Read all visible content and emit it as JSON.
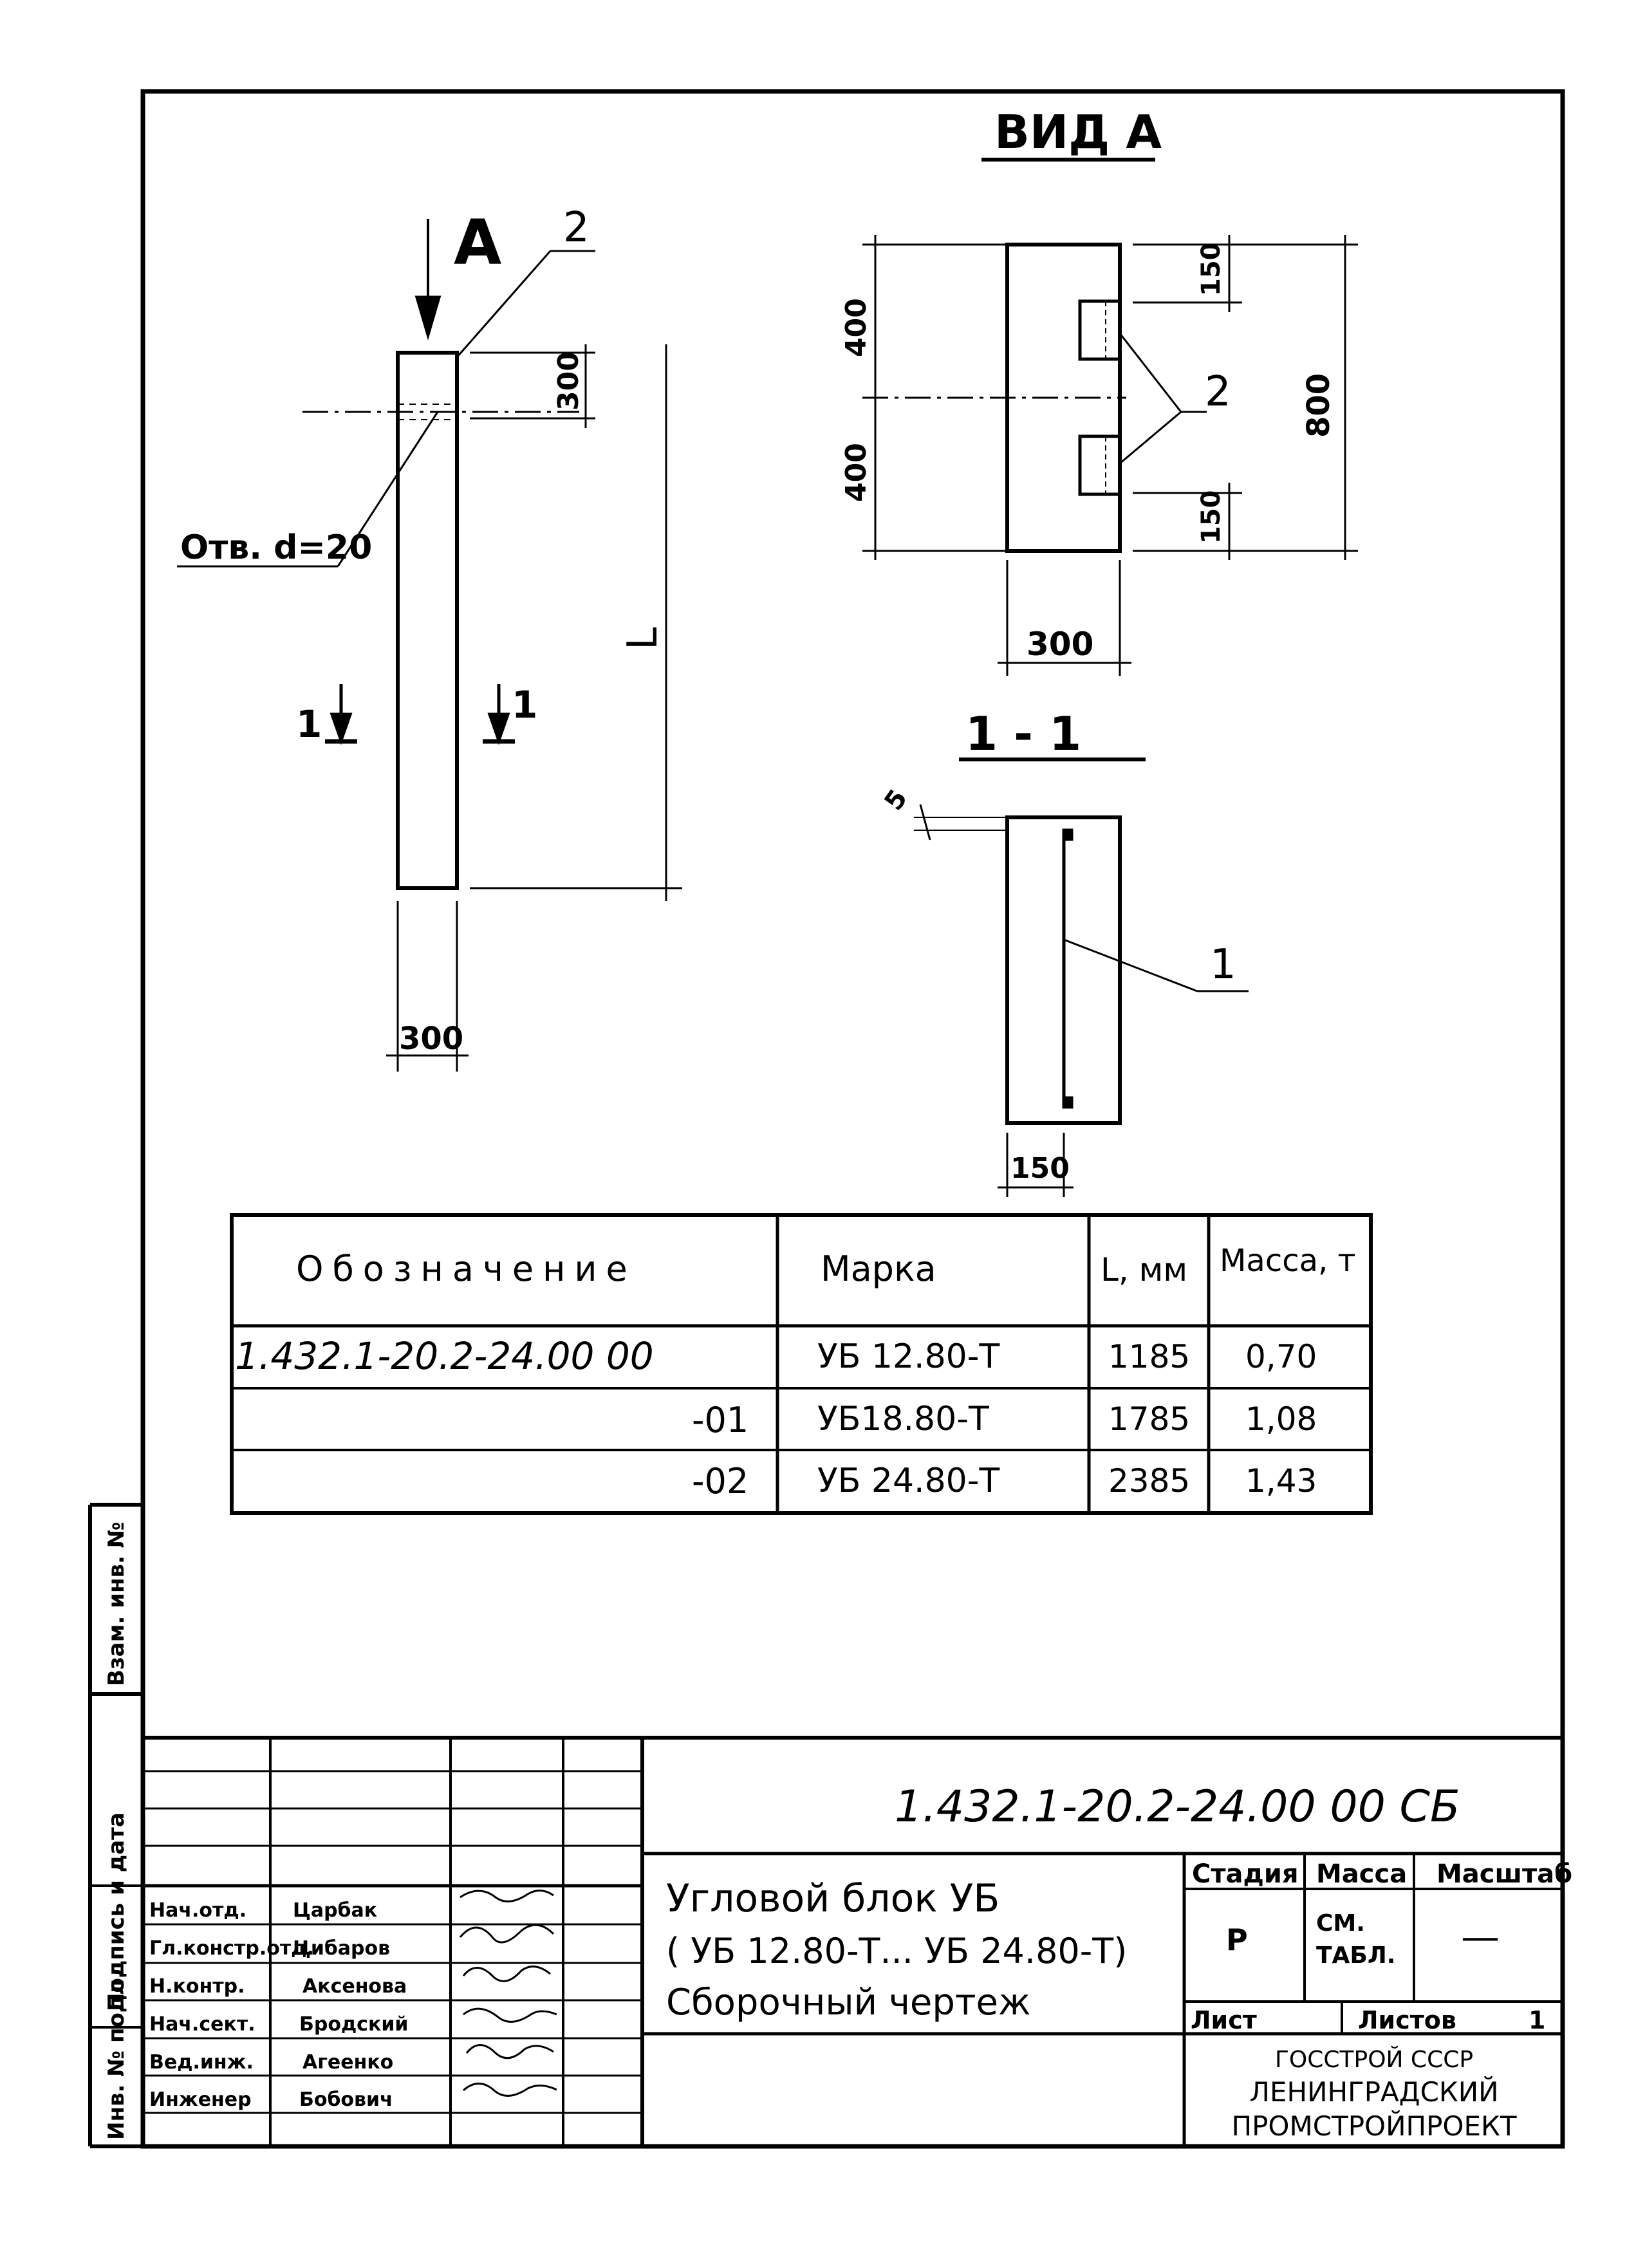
{
  "view_a": {
    "title": "ВИД А",
    "dim_400_top": "400",
    "dim_400_bottom": "400",
    "dim_150_top": "150",
    "dim_150_bottom": "150",
    "dim_800": "800",
    "dim_300": "300",
    "leader_2": "2"
  },
  "elevation": {
    "arrow_label": "А",
    "leader_2": "2",
    "dim_300_top": "300",
    "dim_L": "L",
    "dim_300_bottom": "300",
    "hole_label": "Отв. d=20",
    "section_mark_left": "1",
    "section_mark_right": "1"
  },
  "section": {
    "title": "1 - 1",
    "dim_5": "5",
    "dim_150": "150",
    "leader_1": "1"
  },
  "spec_table": {
    "headers": [
      "Обозначение",
      "Марка",
      "L, мм",
      "Масса, т"
    ],
    "rows": [
      {
        "designation": "1.432.1-20.2-24.00 00",
        "mark": "УБ 12.80-Т",
        "length": "1185",
        "mass": "0,70"
      },
      {
        "designation": "-01",
        "mark": "УБ18.80-Т",
        "length": "1785",
        "mass": "1,08"
      },
      {
        "designation": "-02",
        "mark": "УБ 24.80-Т",
        "length": "2385",
        "mass": "1,43"
      }
    ]
  },
  "side_stamp": {
    "vzam_inv": "Взам. инв. №",
    "signature_date": "Подпись и дата",
    "inv_podl": "Инв. № подл."
  },
  "title_block": {
    "doc_code": "1.432.1-20.2-24.00 00 СБ",
    "name_line1": "Угловой блок УБ",
    "name_line2": "( УБ 12.80-Т... УБ 24.80-Т)",
    "name_line3": "Сборочный чертеж",
    "stage_label": "Стадия",
    "mass_label": "Масса",
    "scale_label": "Масштаб",
    "stage_value": "Р",
    "mass_value_1": "СМ.",
    "mass_value_2": "ТАБЛ.",
    "scale_value": "—",
    "sheet_label": "Лист",
    "sheets_label": "Листов",
    "sheets_value": "1",
    "org_line1": "ГОССТРОЙ СССР",
    "org_line2": "ЛЕНИНГРАДСКИЙ",
    "org_line3": "ПРОМСТРОЙПРОЕКТ",
    "signers": [
      {
        "role": "Нач.отд.",
        "name": "Царбак"
      },
      {
        "role": "Гл.констр.отд.",
        "name": "Цибаров"
      },
      {
        "role": "Н.контр.",
        "name": "Аксенова"
      },
      {
        "role": "Нач.сект.",
        "name": "Бродский"
      },
      {
        "role": "Вед.инж.",
        "name": "Агеенко"
      },
      {
        "role": "Инженер",
        "name": "Бобович"
      }
    ]
  }
}
